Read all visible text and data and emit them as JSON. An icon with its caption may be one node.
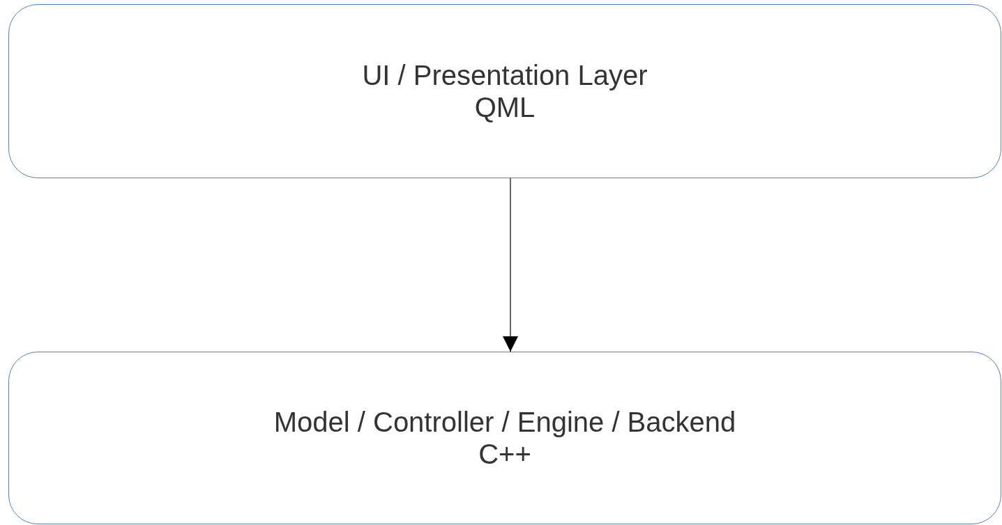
{
  "diagram": {
    "nodes": [
      {
        "text": [
          "UI / Presentation Layer",
          "QML"
        ]
      },
      {
        "text": [
          "Model / Controller / Engine / Backend",
          "C++"
        ]
      }
    ],
    "edges": [
      {
        "from": 0,
        "to": 1,
        "arrow": "to"
      }
    ]
  }
}
